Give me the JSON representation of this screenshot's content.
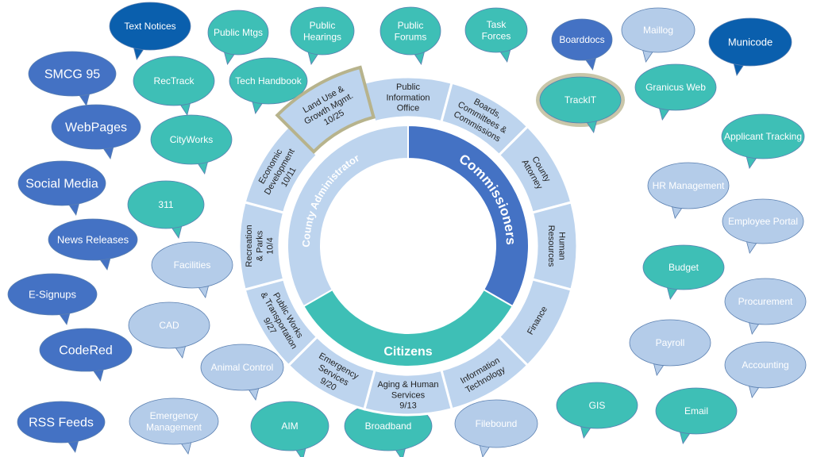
{
  "colors": {
    "dark_blue": "#0a5fad",
    "mid_blue": "#4472c4",
    "teal": "#3ebfb6",
    "light_blue": "#b4cce9",
    "ring_light": "#bdd4ee",
    "highlight": "#b7b38c",
    "white": "#ffffff",
    "text_dark": "#1f1f1f"
  },
  "inner_ring": {
    "commissioners": "Commissioners",
    "county_administrator": "County Administrator",
    "citizens": "Citizens"
  },
  "outer_segments": [
    {
      "id": "pio",
      "lines": [
        "Public",
        "Information",
        "Office"
      ]
    },
    {
      "id": "boards",
      "lines": [
        "Boards,",
        "Committees &",
        "Commissions"
      ]
    },
    {
      "id": "attorney",
      "lines": [
        "County",
        "Attorney"
      ]
    },
    {
      "id": "hr",
      "lines": [
        "Human",
        "Resources"
      ]
    },
    {
      "id": "finance",
      "lines": [
        "Finance"
      ]
    },
    {
      "id": "it",
      "lines": [
        "Information",
        "Technology"
      ]
    },
    {
      "id": "aging",
      "lines": [
        "Aging & Human",
        "Services",
        "9/13"
      ]
    },
    {
      "id": "emergency",
      "lines": [
        "Emergency",
        "Services",
        "9/20"
      ]
    },
    {
      "id": "publicworks",
      "lines": [
        "Public Works",
        "& Transportation",
        "9/27"
      ]
    },
    {
      "id": "recreation",
      "lines": [
        "Recreation",
        "& Parks",
        "10/4"
      ]
    },
    {
      "id": "economic",
      "lines": [
        "Economic",
        "Development",
        "10/11"
      ]
    },
    {
      "id": "landuse",
      "lines": [
        "Land Use &",
        "Growth Mgmt.",
        "10/25"
      ]
    }
  ],
  "bubbles": [
    {
      "id": "text-notices",
      "label": "Text Notices",
      "style": "dark_blue"
    },
    {
      "id": "smcg-95",
      "label": "SMCG 95",
      "style": "mid_blue"
    },
    {
      "id": "webpages",
      "label": "WebPages",
      "style": "mid_blue"
    },
    {
      "id": "social-media",
      "label": "Social Media",
      "style": "mid_blue"
    },
    {
      "id": "news-releases",
      "label": "News Releases",
      "style": "mid_blue"
    },
    {
      "id": "e-signups",
      "label": "E-Signups",
      "style": "mid_blue"
    },
    {
      "id": "codered",
      "label": "CodeRed",
      "style": "mid_blue"
    },
    {
      "id": "rss-feeds",
      "label": "RSS Feeds",
      "style": "mid_blue"
    },
    {
      "id": "public-mtgs",
      "label": "Public Mtgs",
      "style": "teal"
    },
    {
      "id": "public-hearings",
      "label": "Public\nHearings",
      "style": "teal"
    },
    {
      "id": "public-forums",
      "label": "Public\nForums",
      "style": "teal"
    },
    {
      "id": "task-forces",
      "label": "Task\nForces",
      "style": "teal"
    },
    {
      "id": "boarddocs",
      "label": "Boarddocs",
      "style": "mid_blue"
    },
    {
      "id": "maillog",
      "label": "Maillog",
      "style": "light_blue"
    },
    {
      "id": "municode",
      "label": "Municode",
      "style": "dark_blue"
    },
    {
      "id": "rectrack",
      "label": "RecTrack",
      "style": "teal"
    },
    {
      "id": "tech-handbook",
      "label": "Tech Handbook",
      "style": "teal"
    },
    {
      "id": "trackit",
      "label": "TrackIT",
      "style": "teal"
    },
    {
      "id": "granicus-web",
      "label": "Granicus Web",
      "style": "teal"
    },
    {
      "id": "cityworks",
      "label": "CityWorks",
      "style": "teal"
    },
    {
      "id": "applicant-tracking",
      "label": "Applicant Tracking",
      "style": "teal"
    },
    {
      "id": "hr-management",
      "label": "HR Management",
      "style": "light_blue"
    },
    {
      "id": "311",
      "label": "311",
      "style": "teal"
    },
    {
      "id": "employee-portal",
      "label": "Employee Portal",
      "style": "light_blue"
    },
    {
      "id": "facilities",
      "label": "Facilities",
      "style": "light_blue"
    },
    {
      "id": "budget",
      "label": "Budget",
      "style": "teal"
    },
    {
      "id": "procurement",
      "label": "Procurement",
      "style": "light_blue"
    },
    {
      "id": "cad",
      "label": "CAD",
      "style": "light_blue"
    },
    {
      "id": "payroll",
      "label": "Payroll",
      "style": "light_blue"
    },
    {
      "id": "accounting",
      "label": "Accounting",
      "style": "light_blue"
    },
    {
      "id": "animal-control",
      "label": "Animal Control",
      "style": "light_blue"
    },
    {
      "id": "gis",
      "label": "GIS",
      "style": "teal"
    },
    {
      "id": "email",
      "label": "Email",
      "style": "teal"
    },
    {
      "id": "emergency-management",
      "label": "Emergency\nManagement",
      "style": "light_blue"
    },
    {
      "id": "aim",
      "label": "AIM",
      "style": "teal"
    },
    {
      "id": "broadband",
      "label": "Broadband",
      "style": "teal"
    },
    {
      "id": "filebound",
      "label": "Filebound",
      "style": "light_blue"
    }
  ]
}
